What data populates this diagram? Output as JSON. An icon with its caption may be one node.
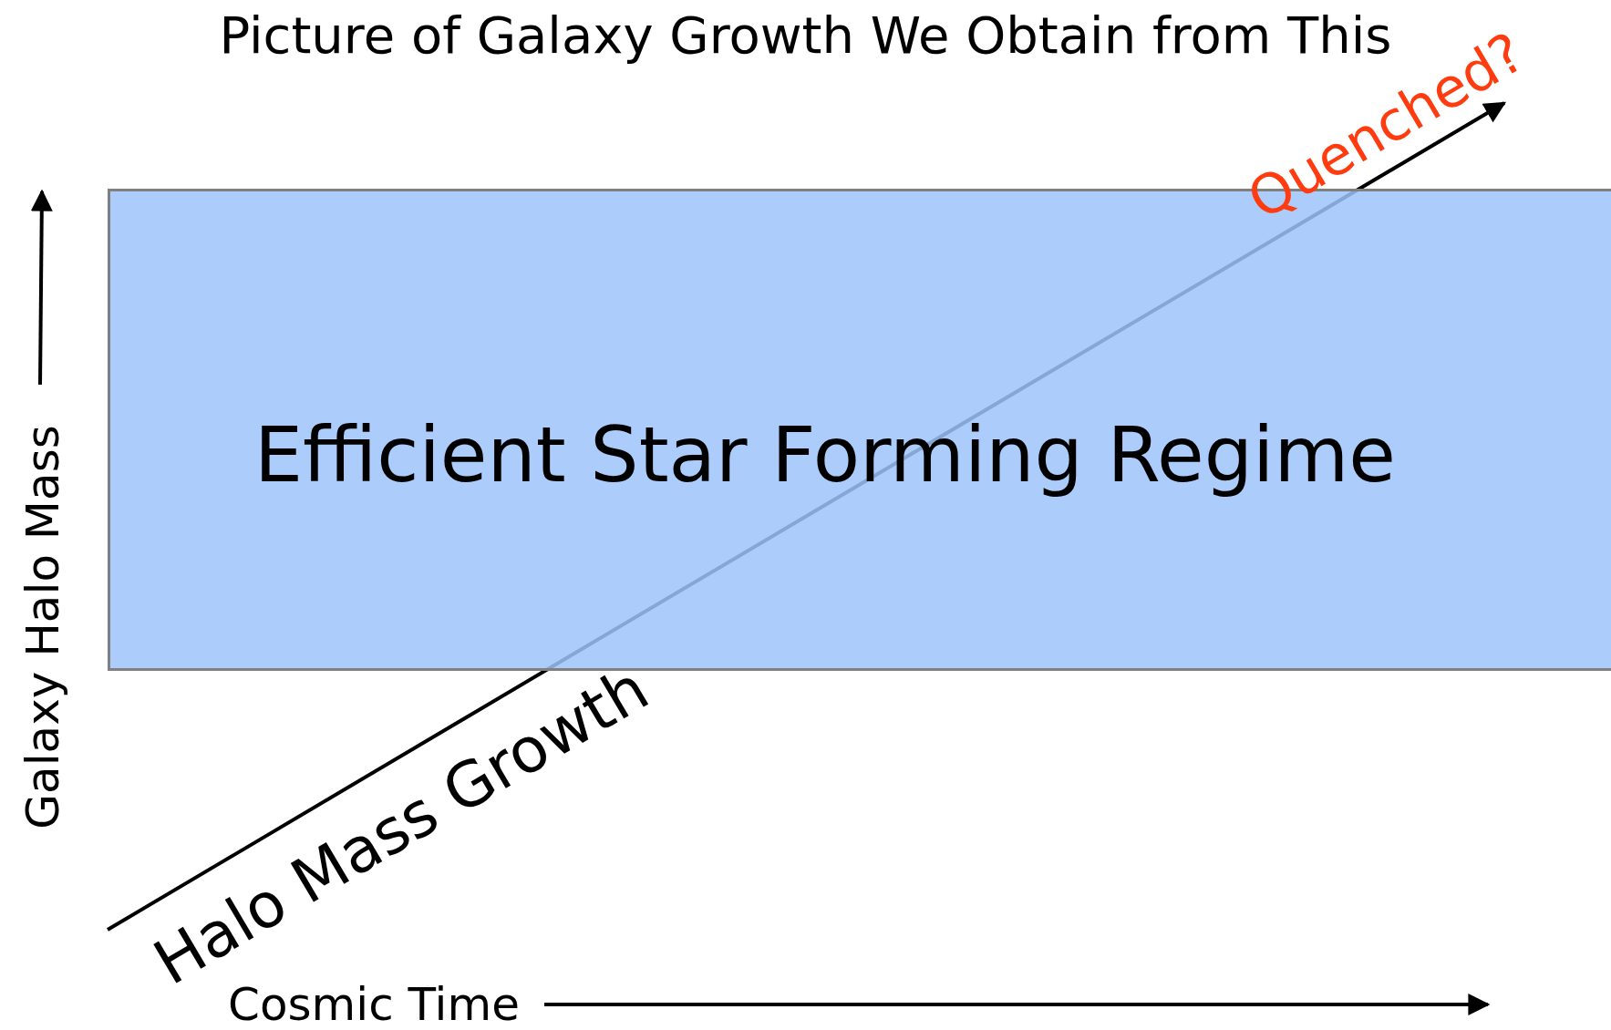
{
  "diagram": {
    "title": "Picture of Galaxy Growth We Obtain from This",
    "nodes": [
      {
        "text": [
          "Efficient Star Forming Regime"
        ]
      }
    ],
    "labels": [
      "Quenched?",
      "Galaxy Halo Mass",
      "Halo Mass Growth",
      "Cosmic Time"
    ]
  }
}
